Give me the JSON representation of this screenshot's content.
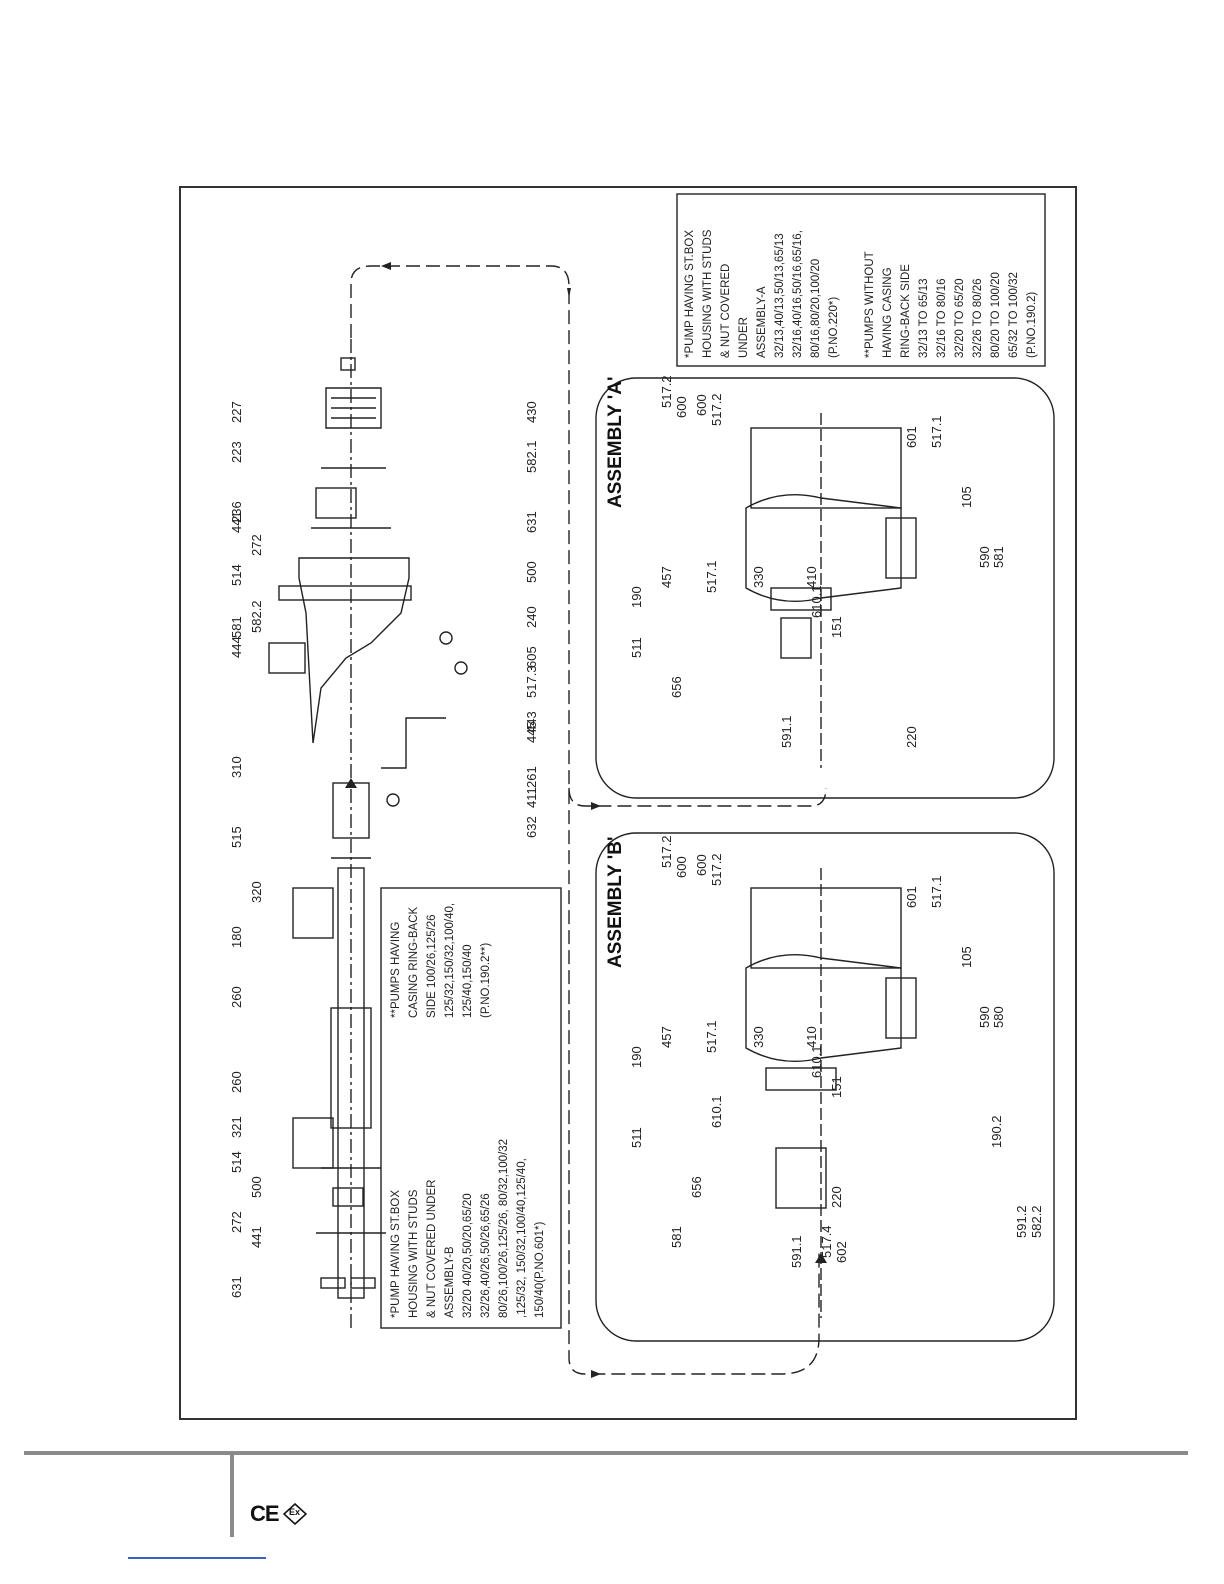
{
  "drawing": {
    "top_row_labels": [
      "227",
      "223",
      "236",
      "441",
      "272",
      "514",
      "581",
      "582.2",
      "444",
      "310",
      "515",
      "320",
      "180",
      "260",
      "260",
      "321",
      "514",
      "500",
      "272",
      "441",
      "631"
    ],
    "bottom_row_labels": [
      "430",
      "582.1",
      "631",
      "500",
      "240",
      "605",
      "517.3",
      "443",
      "445",
      "261",
      "411",
      "632"
    ],
    "assembly_a": {
      "title": "ASSEMBLY 'A'",
      "labels": [
        "517.2",
        "600",
        "600",
        "517.2",
        "601",
        "517.1",
        "105",
        "590",
        "581",
        "457",
        "517.1",
        "330",
        "410",
        "190",
        "610.1",
        "511",
        "151",
        "656",
        "220",
        "591.1"
      ]
    },
    "assembly_b": {
      "title": "ASSEMBLY 'B'",
      "labels": [
        "517.2",
        "600",
        "600",
        "517.2",
        "601",
        "517.1",
        "105",
        "590",
        "580",
        "457",
        "517.1",
        "330",
        "410",
        "190",
        "610.1",
        "610.1",
        "151",
        "511",
        "190.2",
        "656",
        "220",
        "581",
        "591.1",
        "517.4",
        "602",
        "591.2",
        "582.2"
      ]
    },
    "note_a": [
      "*PUMP HAVING ST.BOX",
      "HOUSING WITH STUDS",
      "& NUT COVERED",
      "UNDER",
      "ASSEMBLY-A",
      "32/13,40/13,50/13,65/13",
      "32/16,40/16,50/16,65/16,",
      "80/16,80/20,100/20",
      "(P.NO.220*)",
      "",
      "**PUMPS WITHOUT",
      "HAVING CASING",
      "RING-BACK SIDE",
      "32/13 TO 65/13",
      "32/16 TO 80/16",
      "32/20 TO 65/20",
      "32/26 TO 80/26",
      "80/20 TO 100/20",
      "65/32 TO 100/32",
      "(P.NO.190.2)"
    ],
    "note_b_left": [
      "*PUMP HAVING ST.BOX",
      "HOUSING WITH STUDS",
      "& NUT COVERED UNDER",
      "ASSEMBLY-B",
      "32/20 40/20,50/20,65/20",
      "32/26,40/26,50/26,65/26",
      "80/26,100/26,125/26, 80/32,100/32",
      ",125/32, 150/32,100/40,125/40,",
      "150/40(P.NO.601*)"
    ],
    "note_b_right": [
      "**PUMPS HAVING",
      "CASING RING-BACK",
      "SIDE 100/26,125/26",
      "125/32,150/32,100/40,",
      "125/40,150/40",
      "(P.NO.190.2**)"
    ]
  },
  "footer": {
    "ce_mark": "CE",
    "ex_mark": "Ex"
  },
  "colors": {
    "line": "#222222",
    "rule": "#8a8a8a",
    "link": "#3c5fc8"
  }
}
